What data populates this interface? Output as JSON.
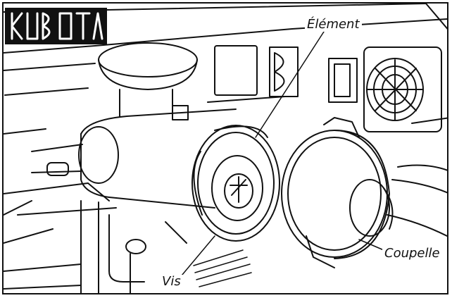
{
  "diagram": {
    "brand_logo_text": "KUBOTA",
    "callouts": {
      "element": "Élément",
      "coupelle": "Coupelle",
      "vis": "Vis"
    }
  },
  "colors": {
    "ink": "#111111",
    "paper": "#ffffff"
  },
  "icons": [
    "fan-grille-icon",
    "air-filter-housing-icon",
    "filter-element-icon",
    "dust-cup-icon"
  ]
}
